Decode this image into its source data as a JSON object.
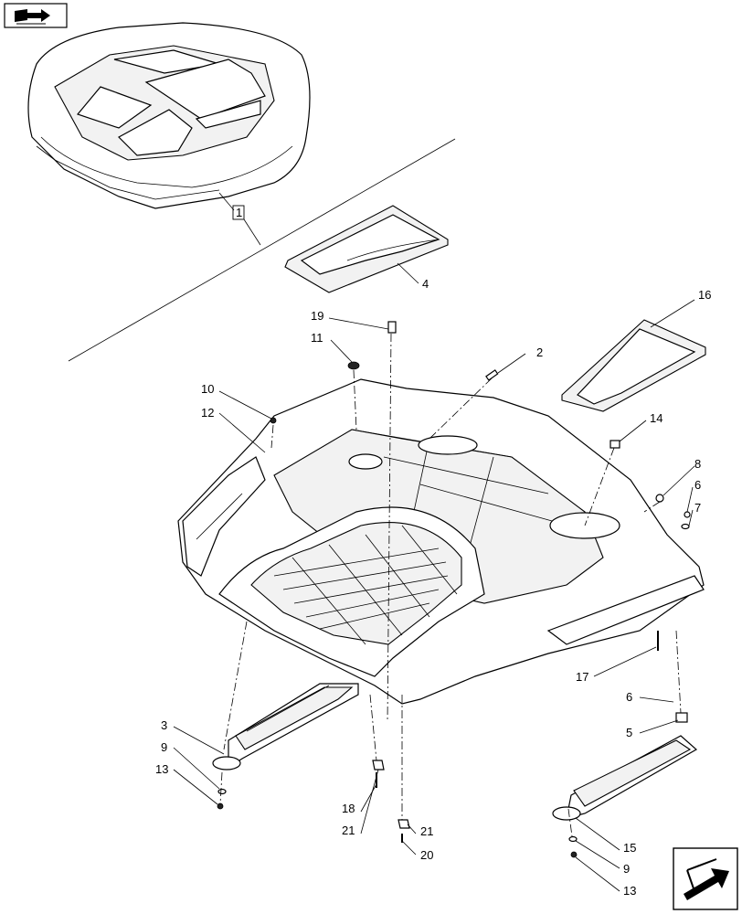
{
  "callouts": {
    "c1": "1",
    "c2": "2",
    "c3": "3",
    "c4": "4",
    "c5": "5",
    "c6a": "6",
    "c6b": "6",
    "c7": "7",
    "c8": "8",
    "c9a": "9",
    "c9b": "9",
    "c10": "10",
    "c11": "11",
    "c12": "12",
    "c13a": "13",
    "c13b": "13",
    "c14": "14",
    "c15": "15",
    "c16": "16",
    "c17": "17",
    "c18": "18",
    "c19": "19",
    "c20": "20",
    "c21a": "21",
    "c21b": "21"
  },
  "icons": {
    "top_left": "book-arrow-icon",
    "bottom_right": "next-page-arrow-icon"
  }
}
